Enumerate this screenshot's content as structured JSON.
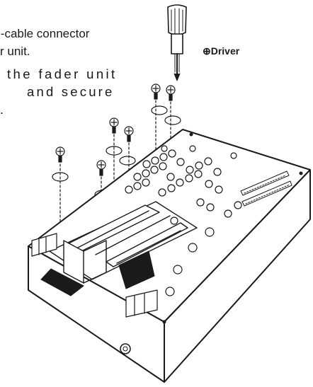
{
  "text": {
    "line1": "i-cable connector",
    "line2": "r unit.",
    "line3": "the fader unit",
    "line4": "and secure",
    "line5": "."
  },
  "labels": {
    "driver": "⊕Driver"
  },
  "icons": [
    "screwdriver-icon",
    "screw-icon"
  ],
  "colors": {
    "ink": "#1a1a1a",
    "paper": "#ffffff"
  }
}
